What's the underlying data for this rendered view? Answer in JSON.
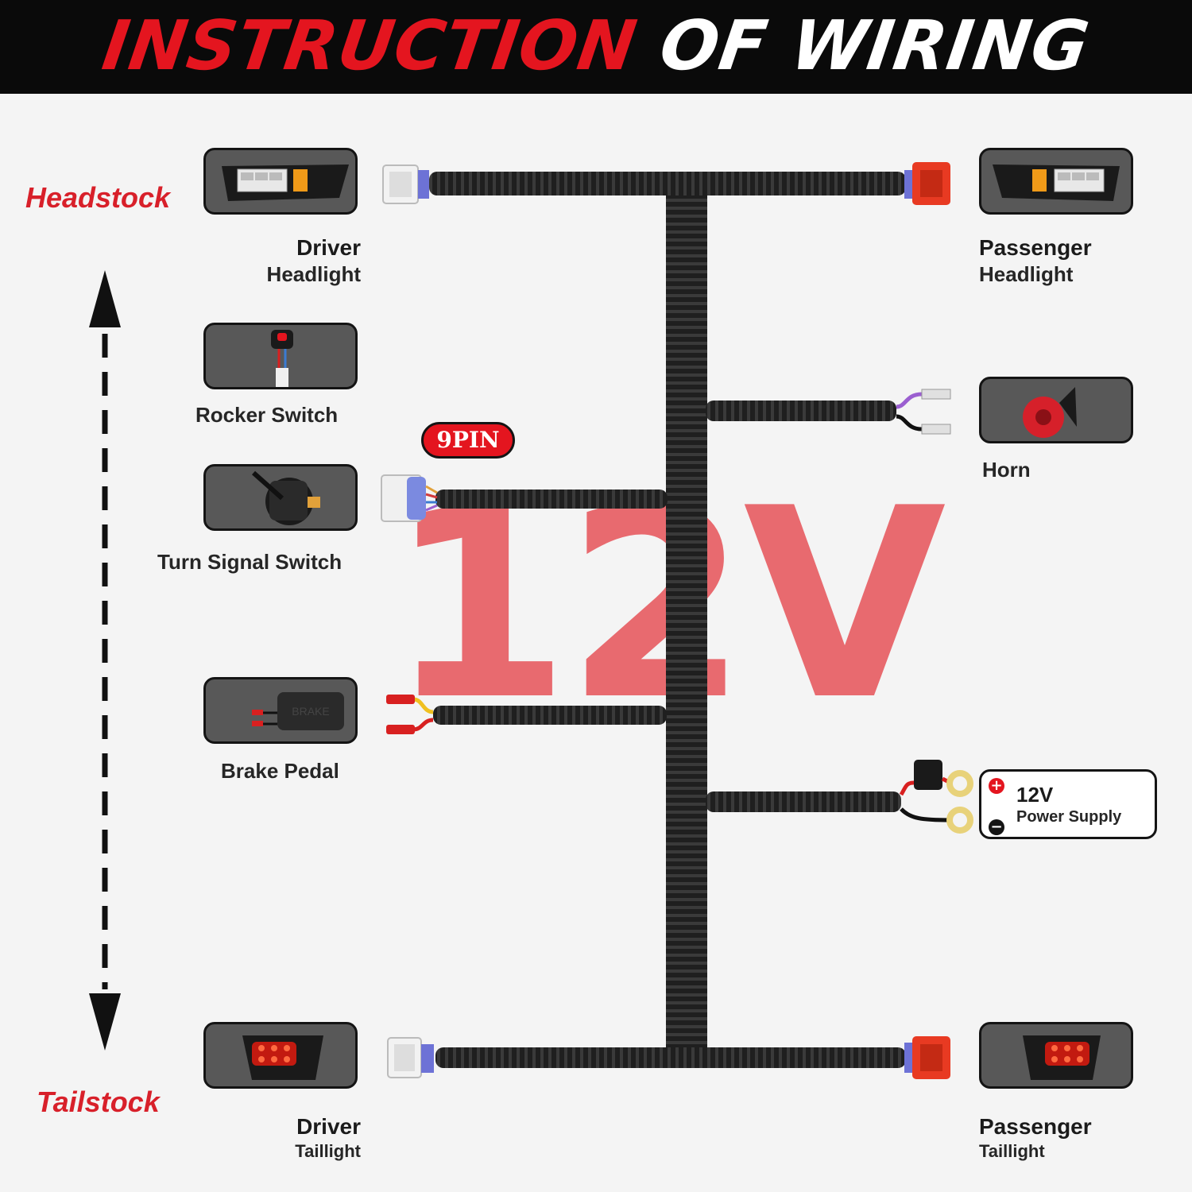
{
  "header": {
    "title_part1": "INSTRUCTION",
    "title_part2": " OF WIRING"
  },
  "sides": {
    "top": "Headstock",
    "bottom": "Tailstock"
  },
  "devices": {
    "driver_headlight": {
      "line1": "Driver",
      "line2": "Headlight"
    },
    "passenger_headlight": {
      "line1": "Passenger",
      "line2": "Headlight"
    },
    "rocker_switch": "Rocker Switch",
    "turn_signal_switch": "Turn Signal Switch",
    "horn": "Horn",
    "brake_pedal": "Brake Pedal",
    "brake_box_text": "BRAKE",
    "power_supply": {
      "voltage": "12V",
      "label": "Power Supply",
      "plus": "+",
      "minus": "−"
    },
    "driver_taillight": {
      "line1": "Driver",
      "line2": "Taillight"
    },
    "passenger_taillight": {
      "line1": "Passenger",
      "line2": "Taillight"
    }
  },
  "badge": "9PIN",
  "watermark": "12V",
  "colors": {
    "accent_red": "#e4151f",
    "watermark": "#e86a6f",
    "loom": "#222222",
    "box_fill": "#585858"
  }
}
